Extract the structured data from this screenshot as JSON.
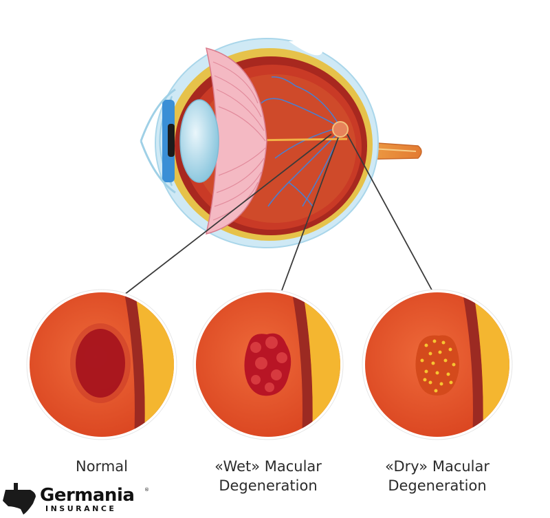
{
  "panels": [
    {
      "id": "normal",
      "label_lines": [
        "Normal"
      ]
    },
    {
      "id": "wet",
      "label_lines": [
        "«Wet» Macular",
        "Degeneration"
      ]
    },
    {
      "id": "dry",
      "label_lines": [
        "«Dry» Macular",
        "Degeneration"
      ]
    }
  ],
  "logo": {
    "name": "Germania",
    "tagline": "INSURANCE",
    "mark": "®"
  },
  "colors": {
    "retina": "#e4542c",
    "retina_dark": "#c9321f",
    "choroid": "#9c2a22",
    "sclera_yellow": "#f4b630",
    "macula_normal": "#a8141e",
    "lesion_wet": "#b81525",
    "lesion_dry": "#d44a1c",
    "drusen": "#f6c431",
    "leader_line": "#3a3a3a"
  }
}
